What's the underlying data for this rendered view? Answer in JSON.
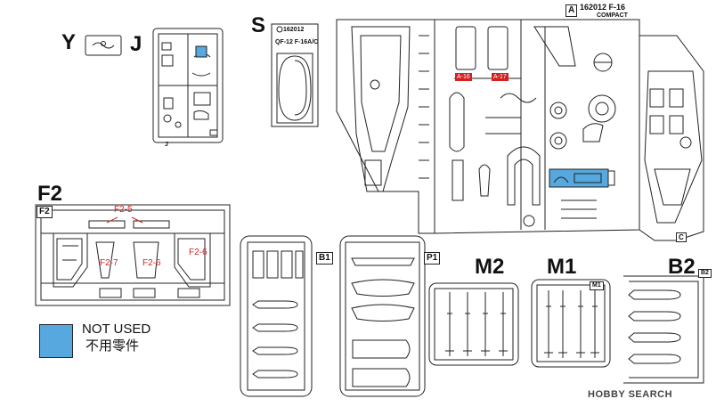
{
  "sprues": {
    "Y": {
      "label": "Y"
    },
    "J": {
      "label": "J",
      "small_tag": "J"
    },
    "S": {
      "label": "S",
      "part_text_1": "162012",
      "part_text_2": "QF-12  F-16A/C"
    },
    "A": {
      "label": "A",
      "title": "162012 F-16",
      "subtitle": "COMPACT",
      "part_a16": "A-16",
      "part_a17": "A-17",
      "corner_tag": "C"
    },
    "F2": {
      "label": "F2",
      "tag": "F2",
      "callouts": [
        "F2-5",
        "F2-7",
        "F2-6",
        "F2-6"
      ]
    },
    "B1": {
      "tag": "B1"
    },
    "P1": {
      "tag": "P1"
    },
    "M2": {
      "label": "M2"
    },
    "M1": {
      "label": "M1",
      "tag": "M1"
    },
    "B2": {
      "label": "B2",
      "tag": "B2"
    }
  },
  "legend": {
    "swatch_color": "#56a8de",
    "text_en": "NOT USED",
    "text_zh": "不用零件"
  },
  "watermark": {
    "text": "HOBBY SEARCH"
  }
}
